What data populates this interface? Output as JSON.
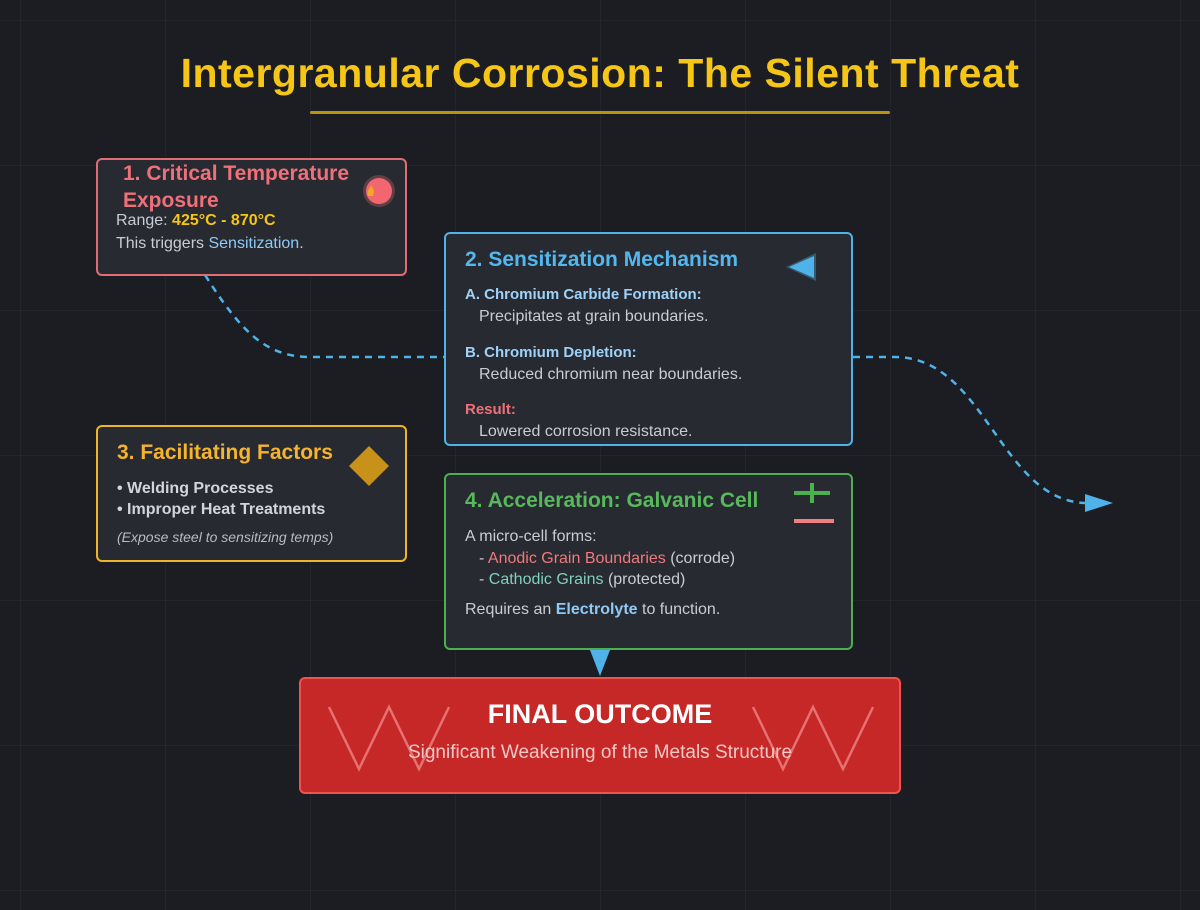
{
  "title": "Intergranular Corrosion: The Silent Threat",
  "colors": {
    "background": "#1b1d23",
    "title": "#f5c518",
    "temperature": "#e06c75",
    "mechanism": "#4fb3ea",
    "factors": "#f0b429",
    "galvanic": "#4caf50",
    "outcome": "#c62828",
    "connector": "#4fb3ea"
  },
  "box1": {
    "heading_line1": "1. Critical Temperature",
    "heading_line2": "Exposure",
    "icon": "fire-icon",
    "range_label": "Range:",
    "range_value": "425°C - 870°C",
    "trigger_text": "This triggers",
    "trigger_term": "Sensitization",
    "trigger_end": "."
  },
  "box2": {
    "heading": "2. Sensitization Mechanism",
    "icon": "triangle-left-icon",
    "a_label": "A. Chromium Carbide Formation:",
    "a_text": "Precipitates at grain boundaries.",
    "b_label": "B. Chromium Depletion:",
    "b_text": "Reduced chromium near boundaries.",
    "result_label": "Result:",
    "result_text": "Lowered corrosion resistance."
  },
  "box3": {
    "heading": "3. Facilitating Factors",
    "icon": "diamond-icon",
    "items": [
      "• Welding Processes",
      "• Improper Heat Treatments"
    ],
    "note": "(Expose steel to sensitizing temps)"
  },
  "box4": {
    "heading": "4. Acceleration: Galvanic Cell",
    "icon": "plus-minus-icon",
    "intro": "A micro-cell forms:",
    "anodic_prefix": "- ",
    "anodic_term": "Anodic Grain Boundaries",
    "anodic_suffix": " (corrode)",
    "cathodic_prefix": "- ",
    "cathodic_term": "Cathodic Grains",
    "cathodic_suffix": " (protected)",
    "requires_text": "Requires an",
    "requires_term": "Electrolyte",
    "requires_end": "to function."
  },
  "outcome": {
    "heading": "FINAL OUTCOME",
    "text": "Significant Weakening of the Metals Structure",
    "icon": "zigzag-crack-icon"
  }
}
